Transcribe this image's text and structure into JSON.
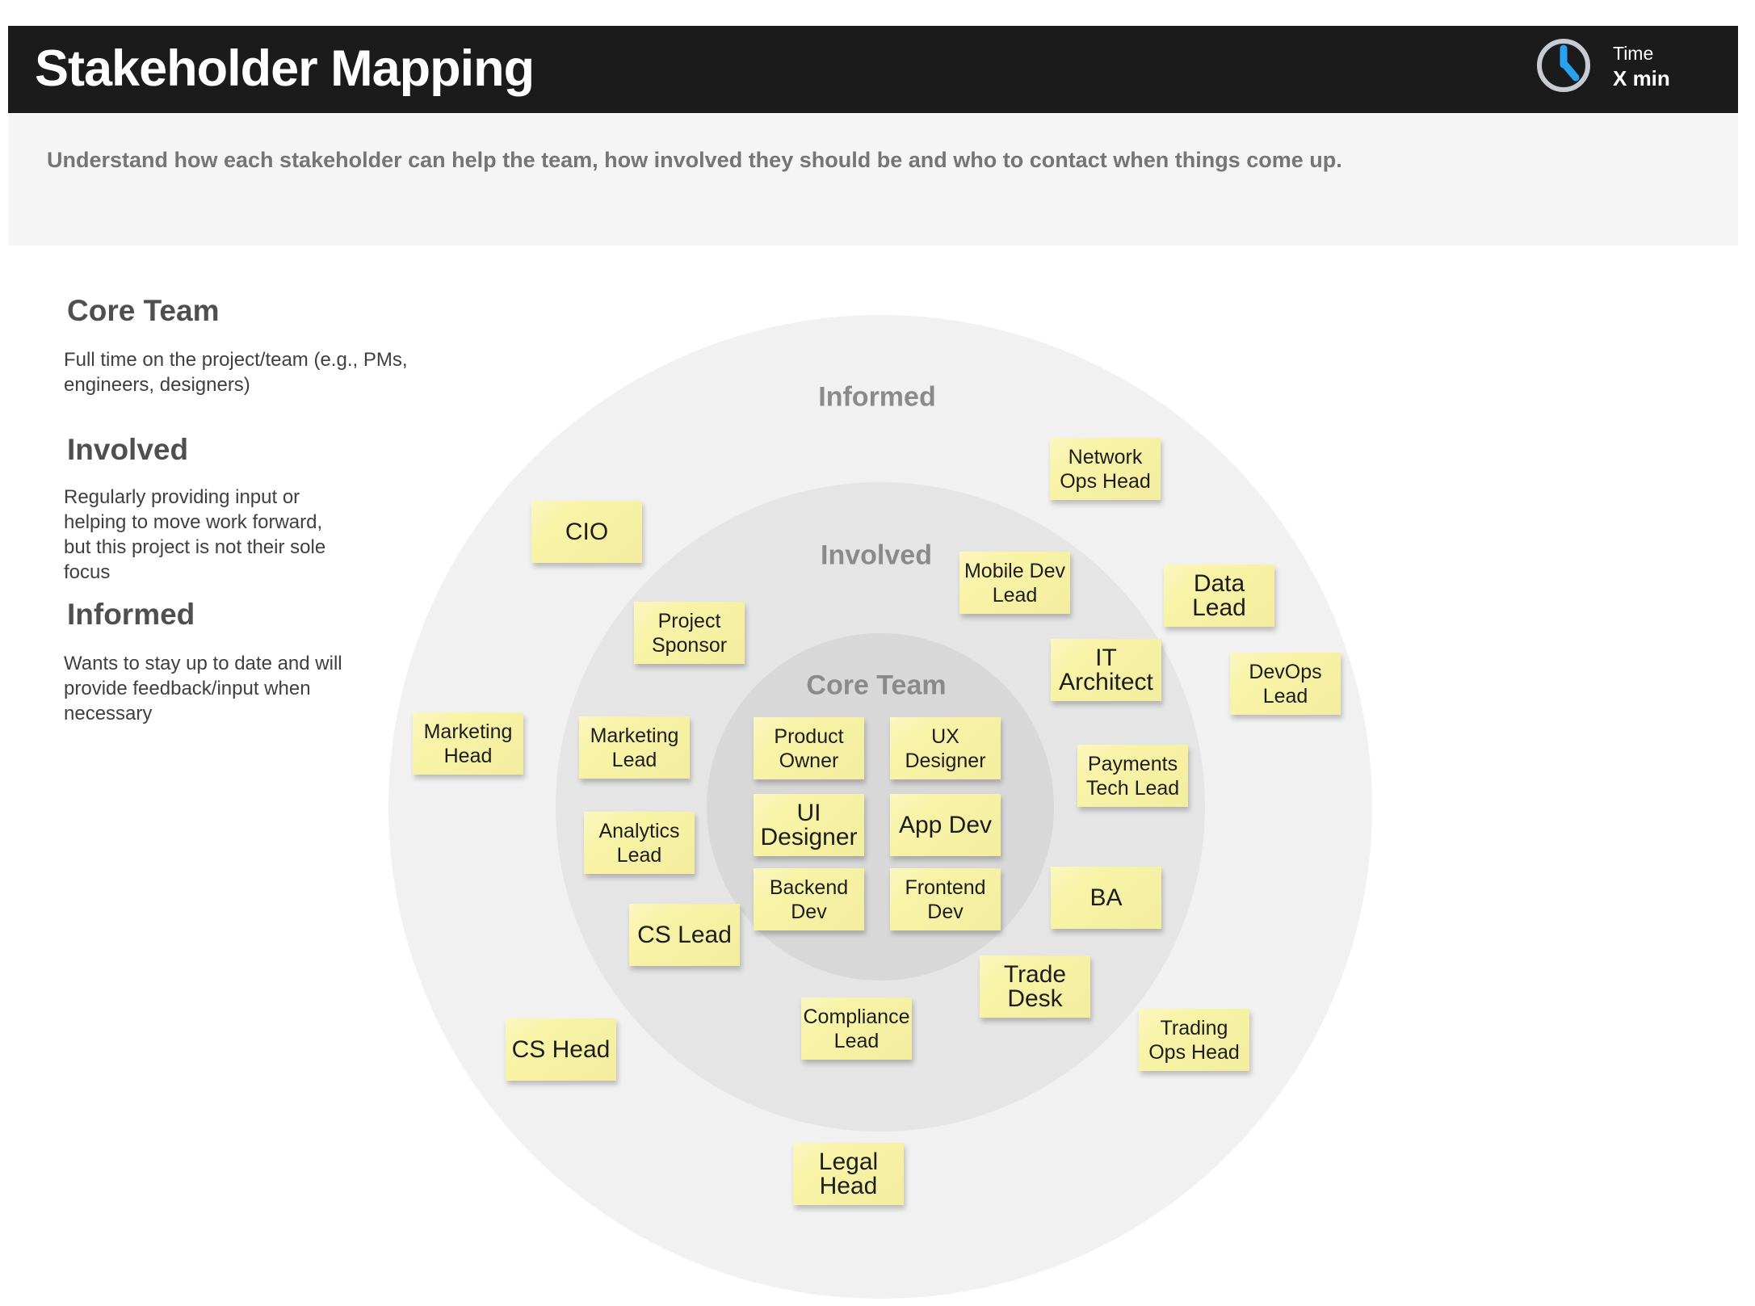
{
  "header": {
    "title": "Stakeholder Mapping",
    "timer": {
      "icon": "clock-icon",
      "label": "Time",
      "value": "X min"
    }
  },
  "subtitle": {
    "text": "Understand how each stakeholder can help the team, how involved they should be and who to contact when things come up."
  },
  "legend": {
    "sections": [
      {
        "heading": "Core Team",
        "body": "Full time on the project/team (e.g., PMs,\nengineers, designers)"
      },
      {
        "heading": "Involved",
        "body": "Regularly providing input or\nhelping to move work forward,\nbut this project is not their sole\nfocus"
      },
      {
        "heading": "Informed",
        "body": "Wants to stay up to date and will\nprovide feedback/input when\nnecessary"
      }
    ]
  },
  "diagram": {
    "zones": [
      {
        "id": "informed",
        "label": "Informed"
      },
      {
        "id": "involved",
        "label": "Involved"
      },
      {
        "id": "core",
        "label": "Core Team"
      }
    ],
    "notes": [
      {
        "id": "cio",
        "zone": "informed",
        "text": "CIO"
      },
      {
        "id": "network-ops-head",
        "zone": "informed",
        "text": "Network\nOps Head"
      },
      {
        "id": "data-lead",
        "zone": "informed",
        "text": "Data Lead"
      },
      {
        "id": "devops-lead",
        "zone": "informed",
        "text": "DevOps\nLead"
      },
      {
        "id": "marketing-head",
        "zone": "informed",
        "text": "Marketing\nHead"
      },
      {
        "id": "cs-head",
        "zone": "informed",
        "text": "CS Head"
      },
      {
        "id": "trading-ops-head",
        "zone": "informed",
        "text": "Trading\nOps Head"
      },
      {
        "id": "legal-head",
        "zone": "informed",
        "text": "Legal Head"
      },
      {
        "id": "project-sponsor",
        "zone": "involved",
        "text": "Project\nSponsor"
      },
      {
        "id": "mobile-dev-lead",
        "zone": "involved",
        "text": "Mobile Dev\nLead"
      },
      {
        "id": "it-architect",
        "zone": "involved",
        "text": "IT Architect"
      },
      {
        "id": "marketing-lead",
        "zone": "involved",
        "text": "Marketing\nLead"
      },
      {
        "id": "analytics-lead",
        "zone": "involved",
        "text": "Analytics\nLead"
      },
      {
        "id": "payments-tech-lead",
        "zone": "involved",
        "text": "Payments\nTech Lead"
      },
      {
        "id": "cs-lead",
        "zone": "involved",
        "text": "CS Lead"
      },
      {
        "id": "ba",
        "zone": "involved",
        "text": "BA"
      },
      {
        "id": "trade-desk",
        "zone": "involved",
        "text": "Trade Desk"
      },
      {
        "id": "compliance-lead",
        "zone": "involved",
        "text": "Compliance\nLead"
      },
      {
        "id": "product-owner",
        "zone": "core",
        "text": "Product\nOwner"
      },
      {
        "id": "ux-designer",
        "zone": "core",
        "text": "UX\nDesigner"
      },
      {
        "id": "ui-designer",
        "zone": "core",
        "text": "UI Designer"
      },
      {
        "id": "app-dev",
        "zone": "core",
        "text": "App Dev"
      },
      {
        "id": "backend-dev",
        "zone": "core",
        "text": "Backend\nDev"
      },
      {
        "id": "frontend-dev",
        "zone": "core",
        "text": "Frontend\nDev"
      }
    ]
  },
  "colors": {
    "header_bar": "#1b1b1b",
    "subtitle_bar": "#f5f5f6",
    "ring_informed": "#f1f1f2",
    "ring_involved": "#e5e5e6",
    "ring_core": "#d8d8d9",
    "zone_label": "#8a8a8a",
    "note_fill": "#f8f3a6",
    "clock_blue": "#29a1f1",
    "clock_ring": "#c6ccd4"
  }
}
